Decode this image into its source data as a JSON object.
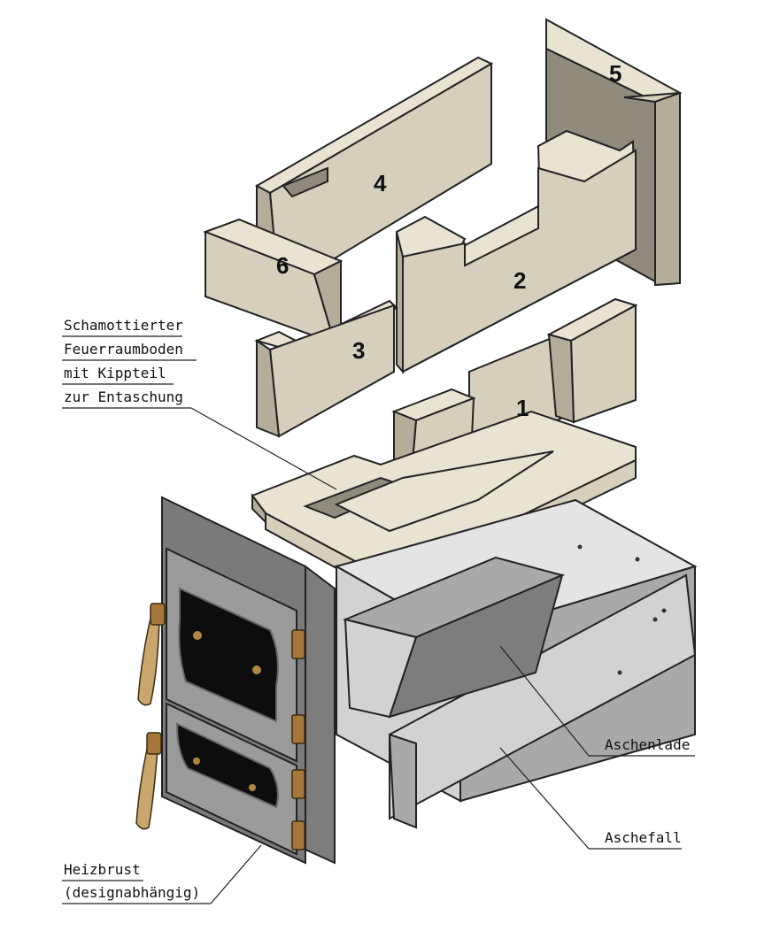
{
  "parts": {
    "part_1": "1",
    "part_2": "2",
    "part_3": "3",
    "part_4": "4",
    "part_5": "5",
    "part_6": "6"
  },
  "labels": {
    "feuerraumboden": [
      "Schamottierter",
      "Feuerraumboden",
      "mit Kippteil",
      "zur Entaschung"
    ],
    "aschenlade": "Aschenlade",
    "aschefall": "Aschefall",
    "heizbrust": [
      "Heizbrust",
      "(designabhängig)"
    ]
  },
  "colors": {
    "brick": "#d6cfbb",
    "metal": "#d2d2d2",
    "door": "#7a7a7a",
    "glass": "#0d0d0d",
    "brass": "#a6773a"
  }
}
